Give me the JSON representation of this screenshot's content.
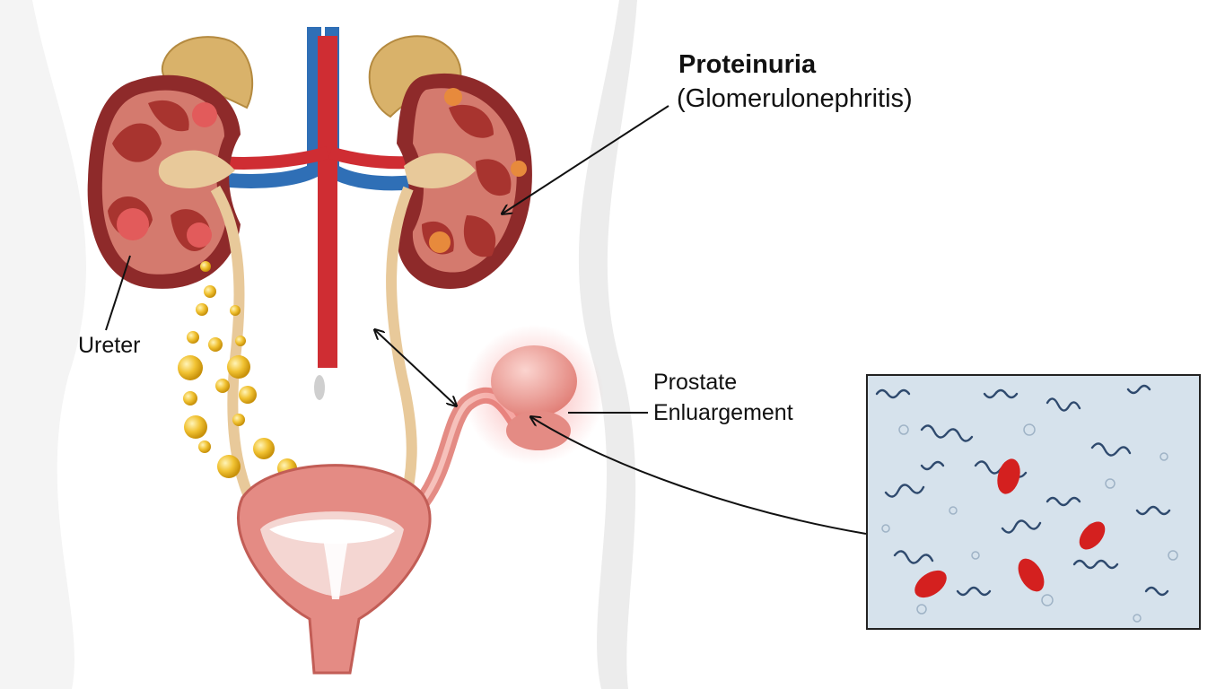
{
  "labels": {
    "title": "Proteinuria",
    "subtitle": "(Glomerulonephritis)",
    "ureter": "Ureter",
    "prostate_line1": "Prostate",
    "prostate_line2": "Enluargement"
  },
  "colors": {
    "kidney_cortex": "#8e2a2a",
    "kidney_medulla": "#c2554f",
    "renal_pelvis": "#e8c99a",
    "adrenal": "#d9b26a",
    "artery": "#cf2d33",
    "vein": "#2f6fb6",
    "protein_drops": "#f1c232",
    "bladder": "#e48b84",
    "prostate_glow": "#f46d6d",
    "micro_background": "#d6e2ec",
    "bacteria": "#2f4a6e",
    "red_cell": "#d4201f"
  }
}
